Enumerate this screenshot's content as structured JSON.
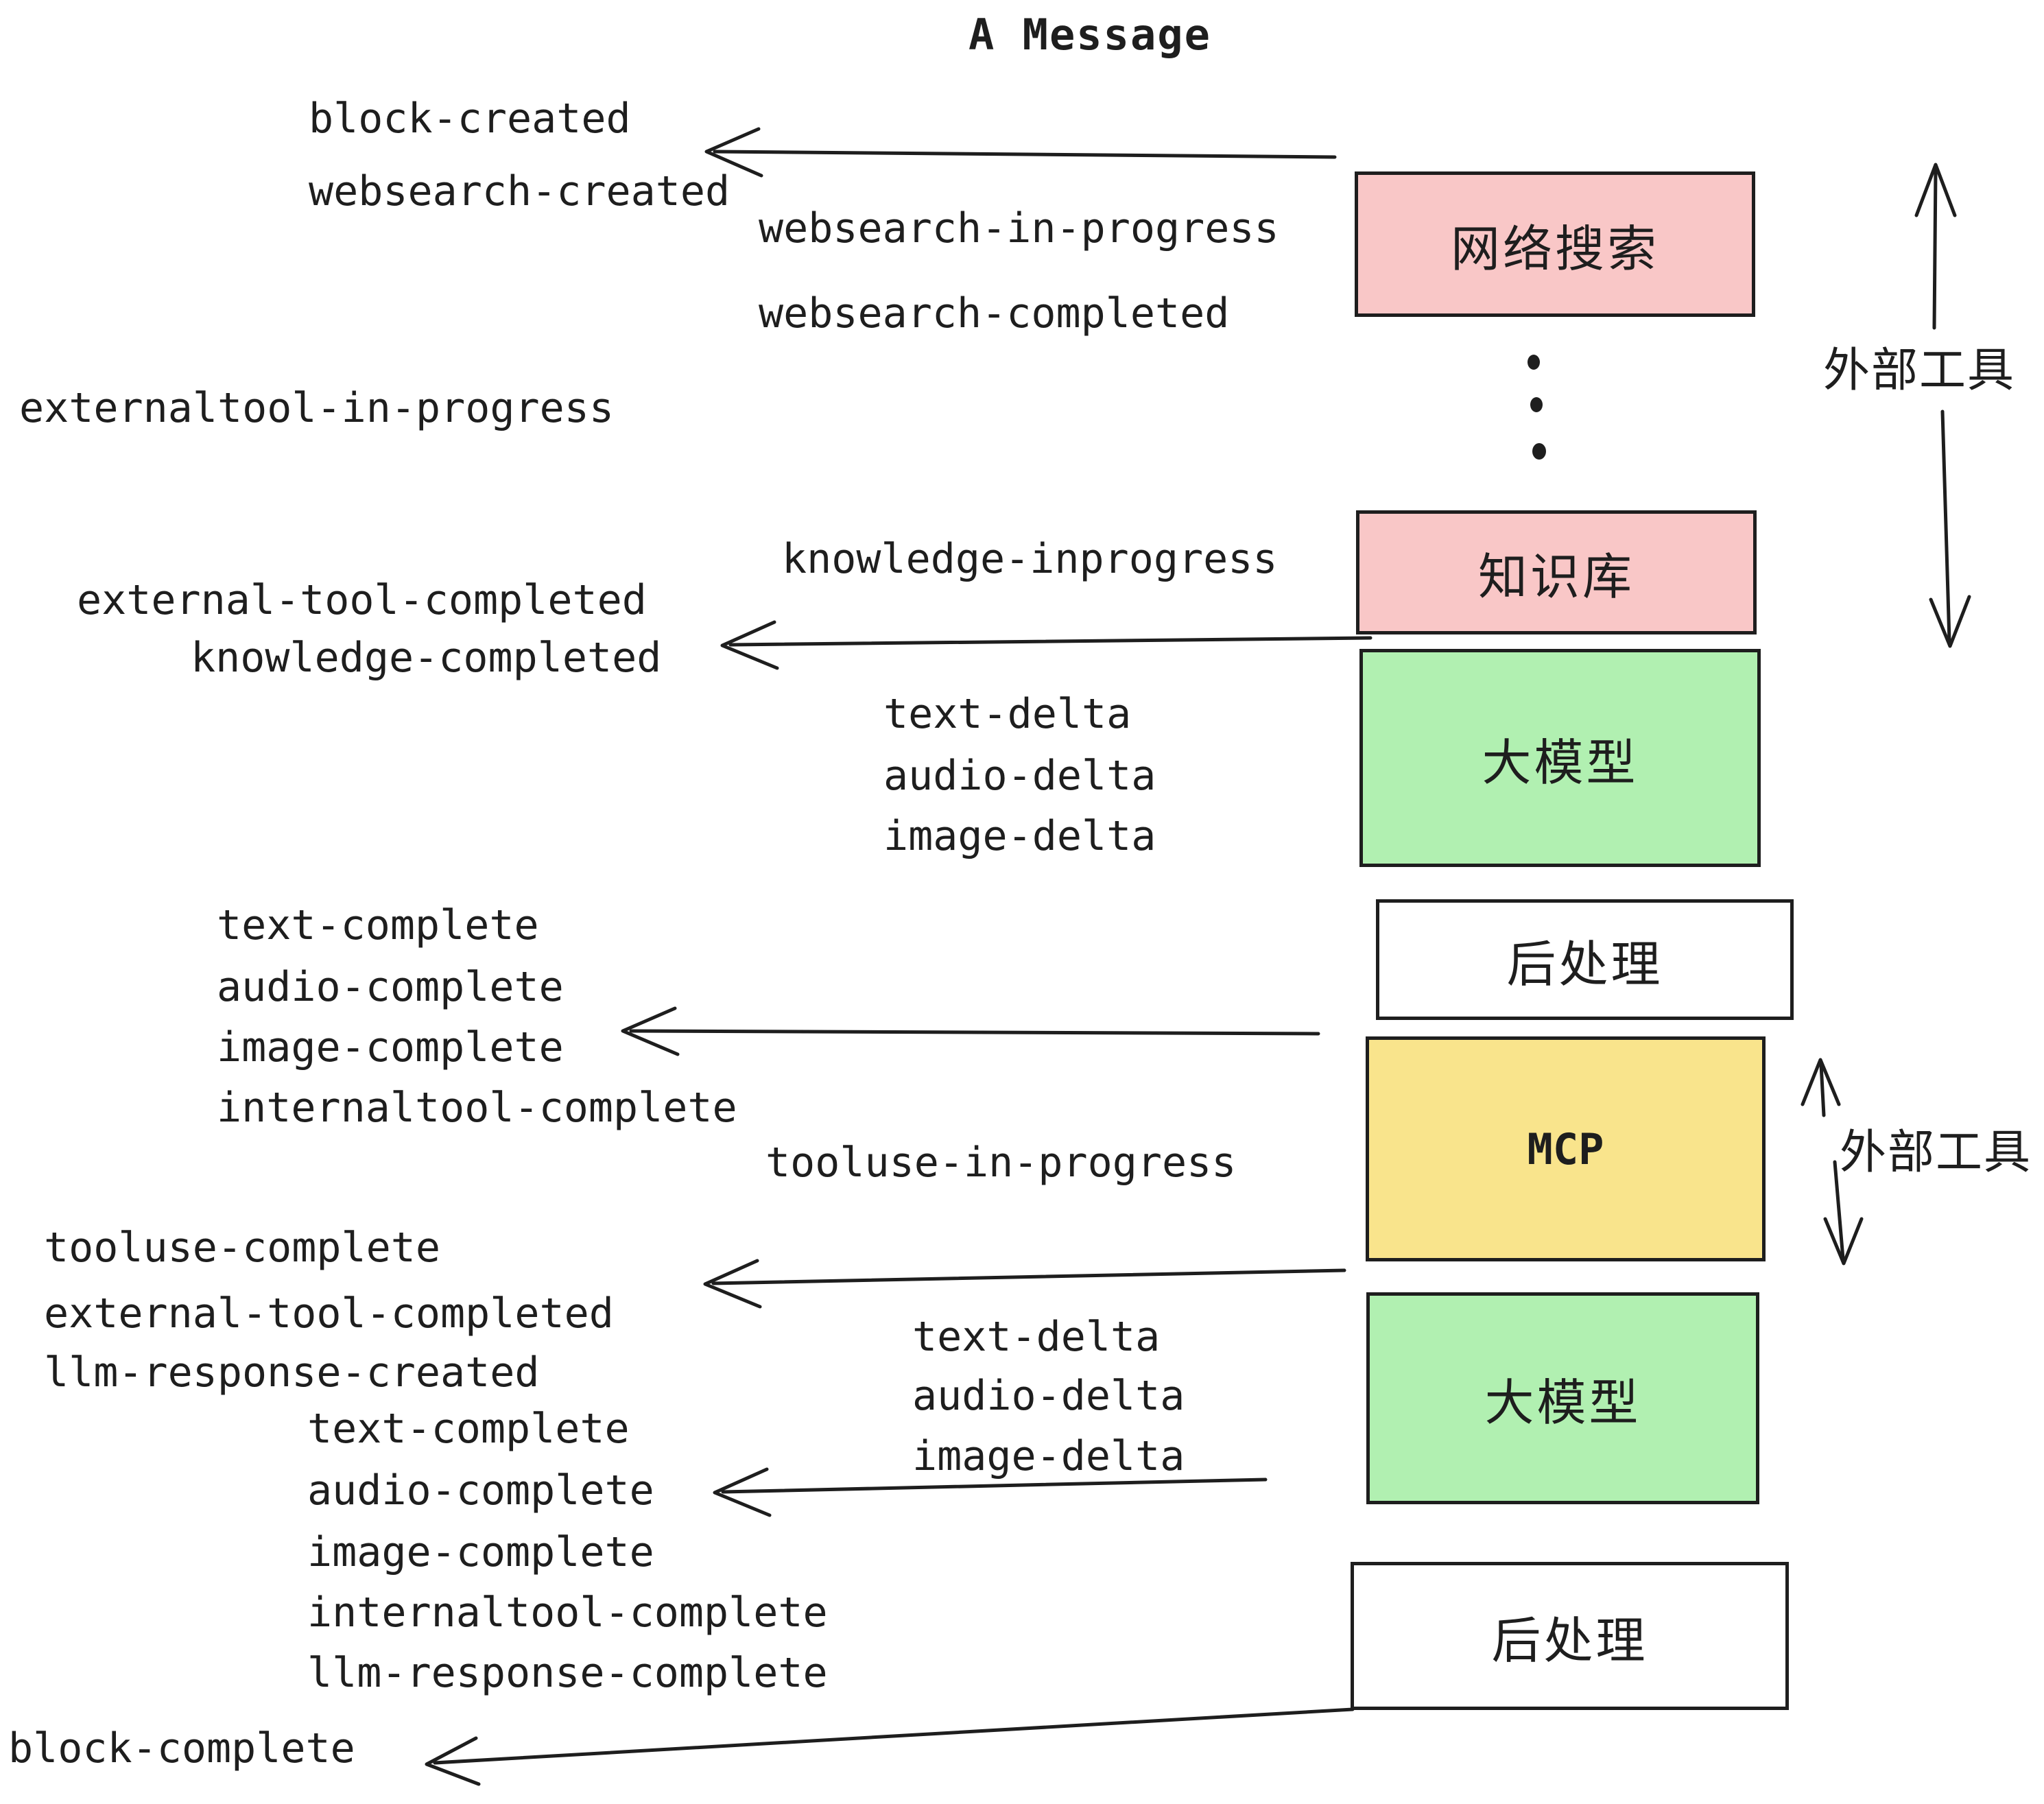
{
  "title": "A Message",
  "colors": {
    "pink": "#F9C7C7",
    "green": "#B1F0B1",
    "yellow": "#F9E48C",
    "white": "#FFFFFF",
    "ink": "#1E1E1E"
  },
  "boxes": [
    {
      "id": "websearch",
      "label": "网络搜索",
      "fill": "pink"
    },
    {
      "id": "knowledge",
      "label": "知识库",
      "fill": "pink"
    },
    {
      "id": "llm-1",
      "label": "大模型",
      "fill": "green"
    },
    {
      "id": "post-1",
      "label": "后处理",
      "fill": "white"
    },
    {
      "id": "mcp",
      "label": "MCP",
      "fill": "yellow"
    },
    {
      "id": "llm-2",
      "label": "大模型",
      "fill": "green"
    },
    {
      "id": "post-2",
      "label": "后处理",
      "fill": "white"
    }
  ],
  "side_labels": [
    "外部工具",
    "外部工具"
  ],
  "events": {
    "block_created": "block-created",
    "websearch_created": "websearch-created",
    "websearch_in_progress": "websearch-in-progress",
    "websearch_completed": "websearch-completed",
    "externaltool_in_progress": "externaltool-in-progress",
    "knowledge_inprogress": "knowledge-inprogress",
    "external_tool_completed_1": "external-tool-completed",
    "knowledge_completed": "knowledge-completed",
    "text_delta_1": "text-delta",
    "audio_delta_1": "audio-delta",
    "image_delta_1": "image-delta",
    "text_complete_1": "text-complete",
    "audio_complete_1": "audio-complete",
    "image_complete_1": "image-complete",
    "internaltool_complete_1": "internaltool-complete",
    "tooluse_in_progress": "tooluse-in-progress",
    "tooluse_complete": "tooluse-complete",
    "external_tool_completed_2": "external-tool-completed",
    "llm_response_created": "llm-response-created",
    "text_delta_2": "text-delta",
    "audio_delta_2": "audio-delta",
    "image_delta_2": "image-delta",
    "text_complete_2": "text-complete",
    "audio_complete_2": "audio-complete",
    "image_complete_2": "image-complete",
    "internaltool_complete_2": "internaltool-complete",
    "llm_response_complete": "llm-response-complete",
    "block_complete": "block-complete"
  }
}
